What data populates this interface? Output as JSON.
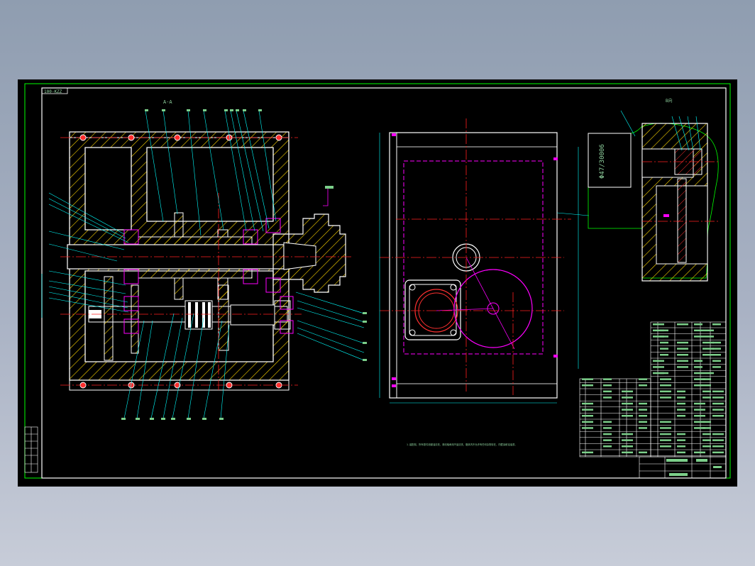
{
  "title_tag": "100-KZZ",
  "section_label": "A-A",
  "rotated_dim": "Φ47/30006",
  "side_view_label": "B向",
  "note_text": "1.装配前，所有零件用煤油清洗，滚动轴承用汽油清洗，箱体内不允许有任何杂物存在，内壁涂耐油油漆。",
  "colors": {
    "viewport": "#000000",
    "frame": "#00ff00",
    "hatch": "#ffd700",
    "outline": "#ffffff",
    "center_line": "#ff2020",
    "hidden_line": "#ff00ff",
    "leader": "#00ffff",
    "text": "#7ccf8a"
  }
}
